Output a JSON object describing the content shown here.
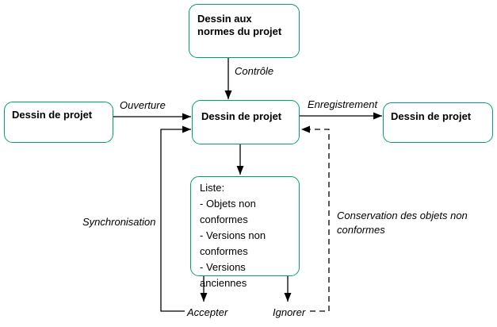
{
  "colors": {
    "box_border": "#00a264",
    "connector": "#000000",
    "text": "#000000",
    "background": "#ffffff"
  },
  "boxes": {
    "standards": {
      "label": "Dessin aux\nnormes du projet"
    },
    "source": {
      "label": "Dessin de projet"
    },
    "working": {
      "label": "Dessin de projet"
    },
    "saved": {
      "label": "Dessin de projet"
    },
    "list": {
      "label": "Liste:\n- Objets non\nconformes\n- Versions non\nconformes\n- Versions anciennes"
    }
  },
  "labels": {
    "ouverture": "Ouverture",
    "controle": "Contrôle",
    "enregistrement": "Enregistrement",
    "synchronisation": "Synchronisation",
    "conservation": "Conservation des objets non\nconformes",
    "accepter": "Accepter",
    "ignorer": "Ignorer"
  }
}
